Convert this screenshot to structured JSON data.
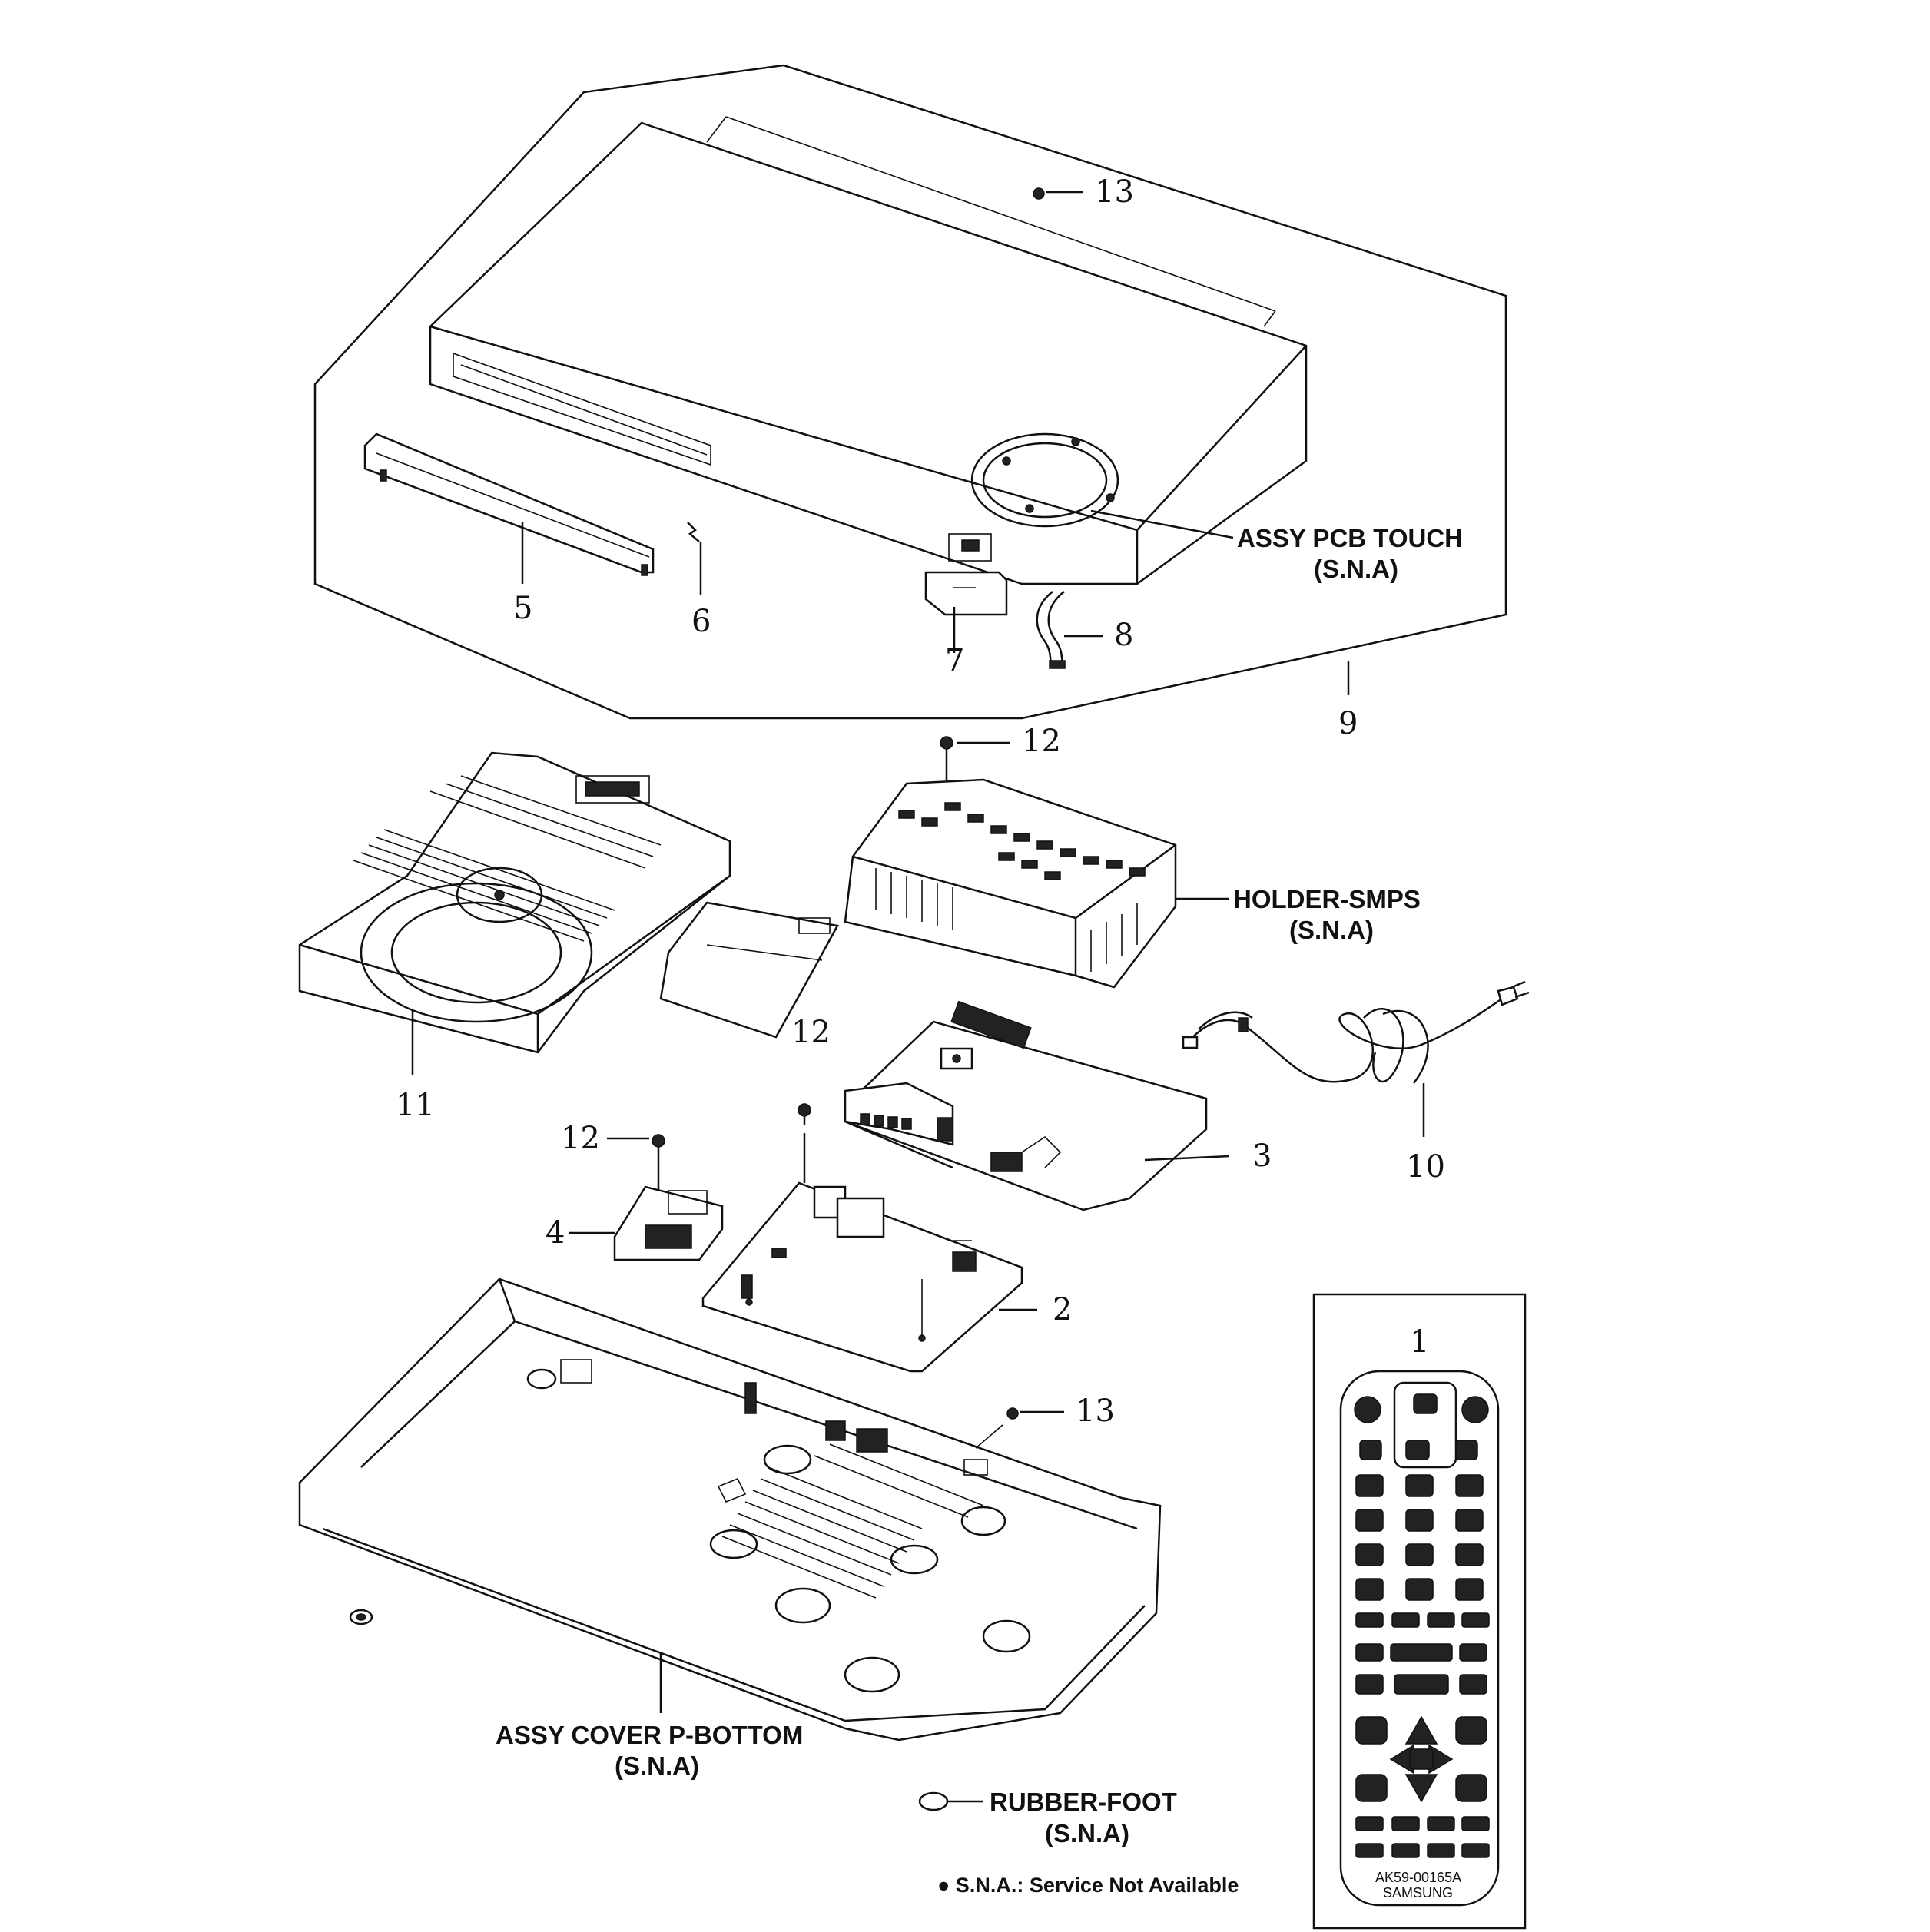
{
  "parts": {
    "p1": "1",
    "p2": "2",
    "p3": "3",
    "p4": "4",
    "p5": "5",
    "p6": "6",
    "p7": "7",
    "p8": "8",
    "p9": "9",
    "p10": "10",
    "p11": "11",
    "p12a": "12",
    "p12b": "12",
    "p12c": "12",
    "p13a": "13",
    "p13b": "13"
  },
  "labels": {
    "pcb_touch": "ASSY PCB TOUCH",
    "pcb_touch_sna": "(S.N.A)",
    "holder_smps": "HOLDER-SMPS",
    "holder_smps_sna": "(S.N.A)",
    "cover_bottom": "ASSY COVER P-BOTTOM",
    "cover_bottom_sna": "(S.N.A)",
    "rubber_foot": "RUBBER-FOOT",
    "rubber_foot_sna": "(S.N.A)"
  },
  "note": "● S.N.A.: Service Not Available",
  "remote": {
    "model": "AK59-00165A",
    "brand": "SAMSUNG"
  }
}
